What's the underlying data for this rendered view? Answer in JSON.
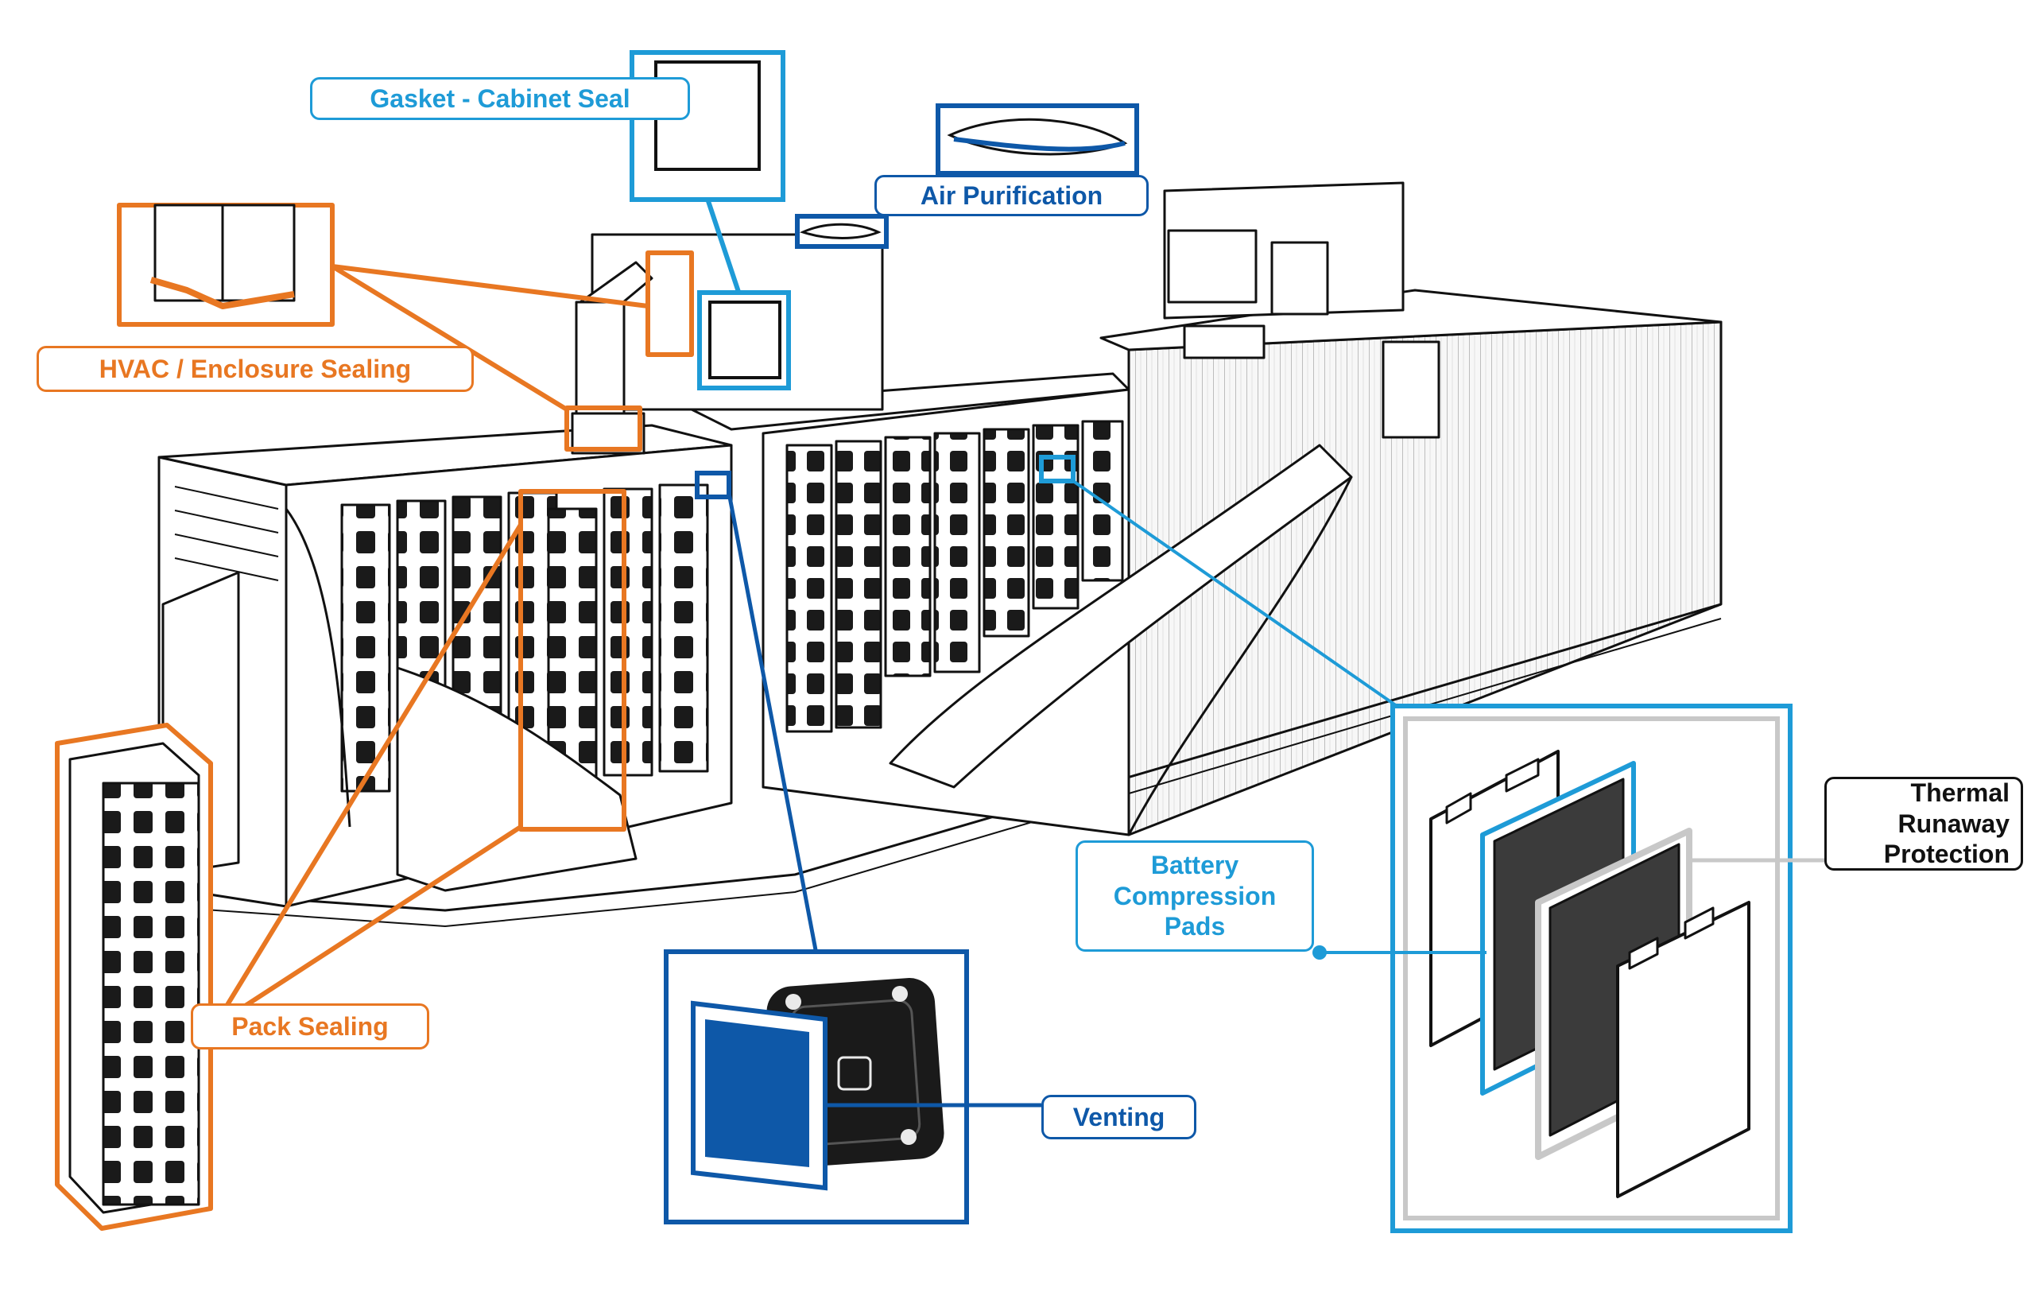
{
  "labels": {
    "gasket": "Gasket - Cabinet Seal",
    "air_purification": "Air Purification",
    "hvac_sealing": "HVAC / Enclosure Sealing",
    "pack_sealing": "Pack Sealing",
    "venting": "Venting",
    "battery_pads": [
      "Battery",
      "Compression",
      "Pads"
    ],
    "thermal_runaway": [
      "Thermal",
      "Runaway",
      "Protection"
    ]
  },
  "colors": {
    "orange": "#E87722",
    "light_blue": "#1E9BD7",
    "dark_blue": "#0E58A8",
    "gray": "#C8C8C8",
    "black": "#111111"
  }
}
